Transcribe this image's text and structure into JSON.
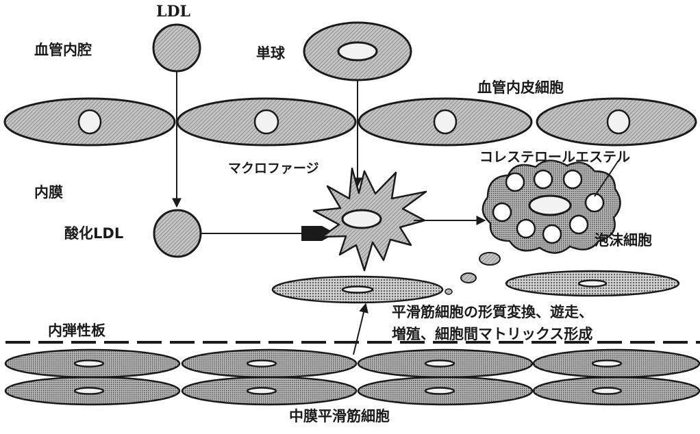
{
  "labels": {
    "ldl": "LDL",
    "vessel_lumen": "血管内腔",
    "monocyte": "単球",
    "endothelial_cell": "血管内皮細胞",
    "intima": "内膜",
    "macrophage": "マクロファージ",
    "cholesterol_ester": "コレステロールエステル",
    "oxidized_ldl": "酸化LDL",
    "foam_cell": "泡沫細胞",
    "smc_change_line1": "平滑筋細胞の形質変換、遊走、",
    "smc_change_line2": "増殖、細胞間マトリックス形成",
    "internal_elastic_lamina": "内弾性板",
    "media_smc": "中膜平滑筋細胞"
  },
  "colors": {
    "ink": "#1a1a1a",
    "cell_fill": "#bdbdbd",
    "nucleus_fill": "#f2f2f2",
    "background": "#ffffff"
  }
}
